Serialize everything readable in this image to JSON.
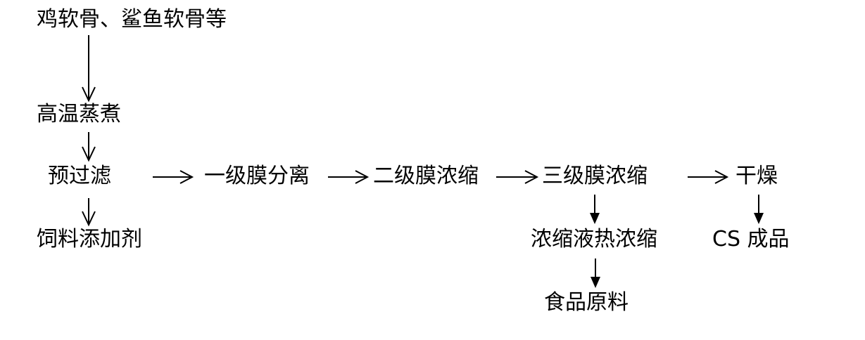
{
  "nodes": {
    "raw_material": "鸡软骨、鲨鱼软骨等",
    "high_temp_cooking": "高温蒸煮",
    "prefiltration": "预过滤",
    "membrane_separation_1": "一级膜分离",
    "membrane_concentration_2": "二级膜浓缩",
    "membrane_concentration_3": "三级膜浓缩",
    "drying": "干燥",
    "feed_additive": "饲料添加剂",
    "concentrate_heat_concentration": "浓缩液热浓缩",
    "cs_product": "CS 成品",
    "food_raw_material": "食品原料"
  },
  "edges": [
    {
      "from": "raw_material",
      "to": "high_temp_cooking",
      "style": "open"
    },
    {
      "from": "high_temp_cooking",
      "to": "prefiltration",
      "style": "open"
    },
    {
      "from": "prefiltration",
      "to": "feed_additive",
      "style": "open"
    },
    {
      "from": "prefiltration",
      "to": "membrane_separation_1",
      "style": "open"
    },
    {
      "from": "membrane_separation_1",
      "to": "membrane_concentration_2",
      "style": "open"
    },
    {
      "from": "membrane_concentration_2",
      "to": "membrane_concentration_3",
      "style": "open"
    },
    {
      "from": "membrane_concentration_3",
      "to": "drying",
      "style": "open"
    },
    {
      "from": "membrane_concentration_3",
      "to": "concentrate_heat_concentration",
      "style": "filled"
    },
    {
      "from": "drying",
      "to": "cs_product",
      "style": "filled"
    },
    {
      "from": "concentrate_heat_concentration",
      "to": "food_raw_material",
      "style": "filled"
    }
  ]
}
